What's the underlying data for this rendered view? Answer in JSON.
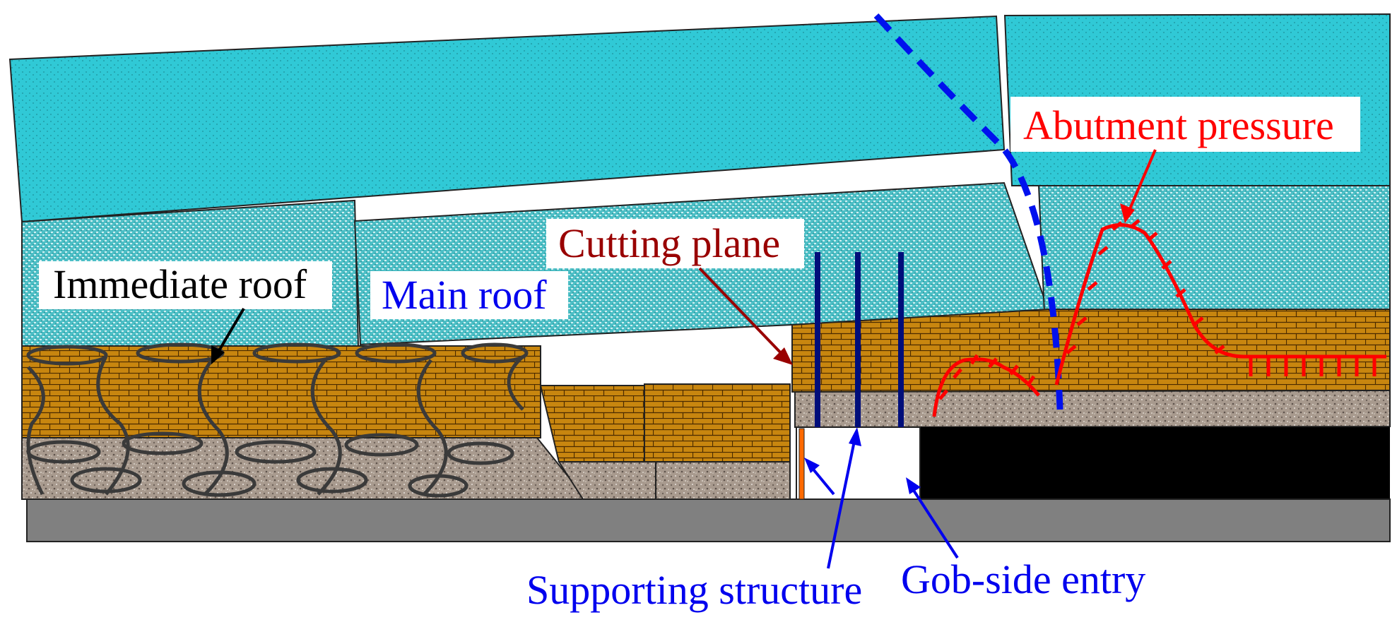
{
  "labels": {
    "abutment_pressure": "Abutment pressure",
    "cutting_plane": "Cutting plane",
    "immediate_roof": "Immediate roof",
    "main_roof": "Main roof",
    "supporting_structure": "Supporting structure",
    "gob_side_entry": "Gob-side entry"
  },
  "colors": {
    "upper_strata": "#33c8d4",
    "main_roof": "#5fc3c8",
    "immediate_roof_brick": "#c8860f",
    "coal_gravel": "#a69588",
    "floor": "#808080",
    "coal_seam": "#000000",
    "support_bolts": "#000e7a",
    "abutment": "#ff0000",
    "cutting_plane_text": "#990000",
    "blue_text": "#0000ee",
    "fracture_line": "#0011ee",
    "cave_outline": "#333333",
    "prop": "#ff6a00"
  }
}
